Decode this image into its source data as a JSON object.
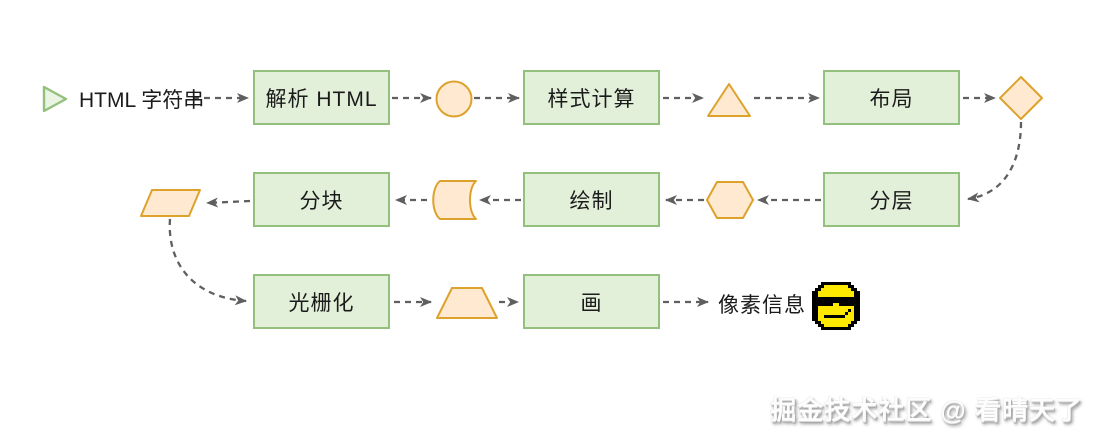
{
  "diagram": {
    "start_label": "HTML 字符串",
    "nodes": {
      "parse": {
        "label": "解析 HTML"
      },
      "style": {
        "label": "样式计算"
      },
      "layout": {
        "label": "布局"
      },
      "layer": {
        "label": "分层"
      },
      "paint": {
        "label": "绘制"
      },
      "tile": {
        "label": "分块"
      },
      "raster": {
        "label": "光栅化"
      },
      "draw": {
        "label": "画"
      }
    },
    "end_label": "像素信息",
    "flow_order": [
      "HTML 字符串",
      "解析 HTML",
      "样式计算",
      "布局",
      "分层",
      "绘制",
      "分块",
      "光栅化",
      "画",
      "像素信息"
    ],
    "intermediate_shapes": [
      "triangle-right",
      "circle",
      "triangle",
      "diamond",
      "hexagon",
      "stored-data",
      "parallelogram",
      "trapezoid",
      "cool-smiley"
    ],
    "colors": {
      "node_fill": "#e2f0da",
      "node_stroke": "#93c07c",
      "shape_fill": "#ffe9d0",
      "shape_stroke": "#dda22c",
      "arrow": "#5f5f5f",
      "text": "#1b1b1b",
      "smiley_yellow": "#ffe900"
    }
  },
  "watermark": "掘金技术社区 @ 看晴天了"
}
